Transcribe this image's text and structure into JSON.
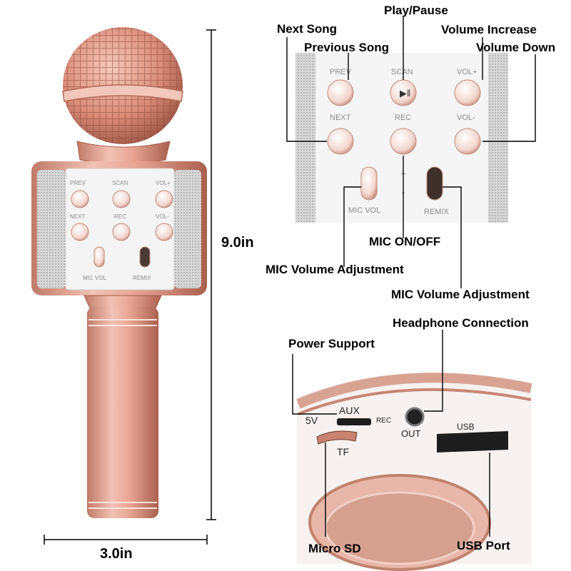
{
  "dimensions": {
    "height": "9.0in",
    "width": "3.0in"
  },
  "callouts": {
    "play_pause": "Play/Pause",
    "next_song": "Next Song",
    "volume_increase": "Volume Increase",
    "previous_song": "Previous Song",
    "volume_down": "Volume Down",
    "mic_on_off": "MIC ON/OFF",
    "mic_volume_adjustment_left": "MIC Volume Adjustment",
    "mic_volume_adjustment_right": "MIC Volume Adjustment",
    "headphone_connection": "Headphone Connection",
    "power_support": "Power Support",
    "micro_sd": "Micro SD",
    "usb_port": "USB Port"
  },
  "panel_labels": {
    "prev": "PREV",
    "scan": "SCAN",
    "vol_plus": "VOL+",
    "next": "NEXT",
    "rec": "REC",
    "vol_minus": "VOL-",
    "mic_vol": "MIC VOL",
    "remix": "REMIX",
    "plus": "+",
    "minus": "-"
  },
  "port_labels": {
    "five_v": "5V",
    "aux": "AUX",
    "rec": "REC",
    "out": "OUT",
    "tf": "TF",
    "usb": "USB"
  },
  "colors": {
    "rose_gold": "#e7a493",
    "rose_gold_dark": "#b9705e",
    "panel_white": "#f4f4f4",
    "grille": "#cfcfcf"
  }
}
